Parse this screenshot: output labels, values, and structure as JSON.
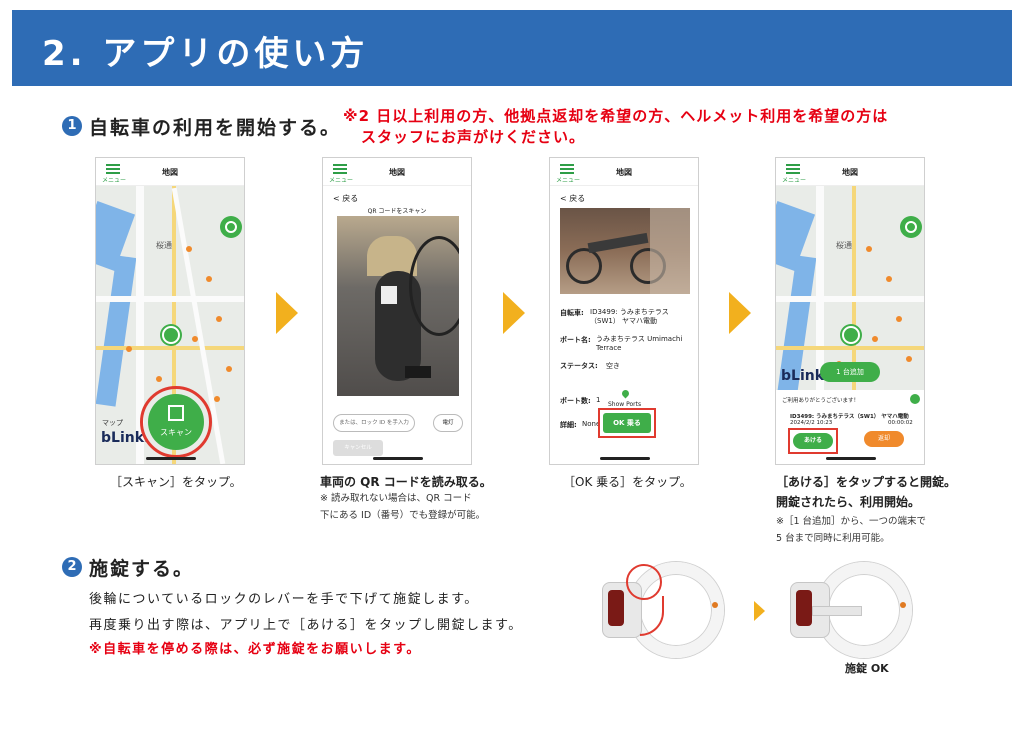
{
  "header": {
    "title": "2. アプリの使い方"
  },
  "step1": {
    "number": "1",
    "title": "自転車の利用を開始する。",
    "note_line1": "※2 日以上利用の方、他拠点返却を希望の方、ヘルメット利用を希望の方は",
    "note_line2": "スタッフにお声がけください。"
  },
  "phone1": {
    "menu": "メニュー",
    "title": "地図",
    "map_label": "桜通",
    "maps_credit": "マップ",
    "logo": "bLink.",
    "scan_label": "スキャン",
    "caption": "［スキャン］をタップ。"
  },
  "phone2": {
    "menu": "メニュー",
    "title": "地図",
    "back": "< 戻る",
    "scan_title": "QR コードをスキャン",
    "input_placeholder": "または、ロック ID を手入力",
    "flash": "電灯",
    "cancel": "キャンセル",
    "caption": "車両の QR コードを読み取る。",
    "note_line1": "※ 読み取れない場合は、QR コード",
    "note_line2": "下にある ID（番号）でも登録が可能。"
  },
  "phone3": {
    "menu": "メニュー",
    "title": "地図",
    "back": "< 戻る",
    "bike_label": "自転車:",
    "bike_value": "ID3499: うみまちテラス（SW1） ヤマハ電動",
    "port_label": "ポート名:",
    "port_value": "うみまちテラス Umimachi Terrace",
    "status_label": "ステータス:",
    "status_value": "空き",
    "port_count_label": "ポート数:",
    "port_count_value": "1",
    "show_ports": "Show Ports",
    "detail_label": "詳細:",
    "detail_value": "None",
    "ok_button": "OK 乗る",
    "caption": "［OK 乗る］をタップ。"
  },
  "phone4": {
    "menu": "メニュー",
    "title": "地図",
    "map_label": "桜通",
    "logo": "bLink.",
    "add_button": "1 台追加",
    "thanks": "ご利用ありがとうございます！",
    "bike": "ID3499: うみまちテラス（SW1） ヤマハ電動",
    "date": "2024/2/2 10:23",
    "elapsed": "00:00:02",
    "open_button": "あける",
    "return_button": "返却",
    "caption_line1": "［あける］をタップすると開錠。",
    "caption_line2": "開錠されたら、利用開始。",
    "note_line1": "※［1 台追加］から、一つの端末で",
    "note_line2": "5 台まで同時に利用可能。"
  },
  "step2": {
    "number": "2",
    "title": "施錠する。",
    "line1": "後輪についているロックのレバーを手で下げて施錠します。",
    "line2": "再度乗り出す際は、アプリ上で［あける］をタップし開錠します。",
    "note": "※自転車を停める際は、必ず施錠をお願いします。",
    "lock_ok": "施錠 OK"
  },
  "colors": {
    "header_blue": "#2e6cb5",
    "accent_red": "#e60012",
    "app_green": "#3fae49",
    "arrow_yellow": "#f2b01e"
  }
}
